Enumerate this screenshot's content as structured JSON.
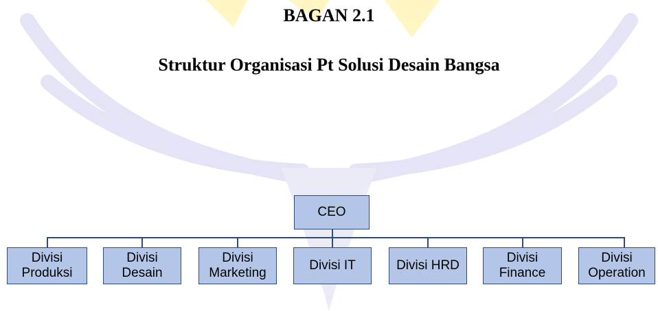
{
  "caption": "BAGAN 2.1",
  "title": "Struktur Organisasi Pt Solusi Desain Bangsa",
  "root": {
    "label": "CEO"
  },
  "divisions": [
    {
      "label": "Divisi\nProduksi"
    },
    {
      "label": "Divisi\nDesain"
    },
    {
      "label": "Divisi\nMarketing"
    },
    {
      "label": "Divisi IT"
    },
    {
      "label": "Divisi HRD"
    },
    {
      "label": "Divisi\nFinance"
    },
    {
      "label": "Divisi\nOperation"
    }
  ],
  "colors": {
    "box_fill": "#b4c6e7",
    "box_border": "#2f4b7c",
    "watermark": "#fff3b8",
    "watermark_outline": "#e3e3f4"
  }
}
